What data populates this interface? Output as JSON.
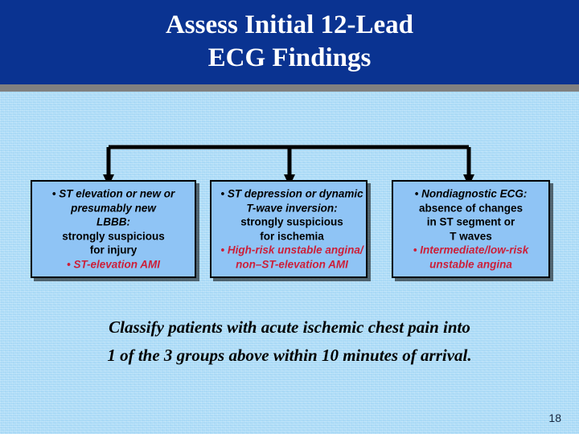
{
  "slide": {
    "background_color": "#abdcf8",
    "banner_color": "#0a3391",
    "banner_rule_color": "#808080",
    "box_fill_color": "#8fc4f5",
    "accent_red": "#cc1f39",
    "page_number": "18"
  },
  "title": "Assess Initial 12-Lead\nECG Findings",
  "flow": {
    "connector_label": "three-branch-down-arrows",
    "branches": 3
  },
  "boxes": [
    {
      "id": "st-elevation",
      "lines": [
        {
          "text": "• ST elevation or new or",
          "style": "italic"
        },
        {
          "text": "presumably new",
          "style": "italic"
        },
        {
          "text": "LBBB:",
          "style": "italic"
        },
        {
          "text": "strongly suspicious",
          "style": "bold"
        },
        {
          "text": "for injury",
          "style": "bold"
        },
        {
          "text": "• ST-elevation AMI",
          "style": "red"
        }
      ]
    },
    {
      "id": "st-depression",
      "lines": [
        {
          "text": "• ST depression or dynamic",
          "style": "italic"
        },
        {
          "text": "T-wave inversion:",
          "style": "italic"
        },
        {
          "text": "strongly suspicious",
          "style": "bold"
        },
        {
          "text": "for ischemia",
          "style": "bold"
        },
        {
          "text": "• High-risk unstable angina/",
          "style": "red"
        },
        {
          "text": "non–ST-elevation AMI",
          "style": "red"
        }
      ]
    },
    {
      "id": "nondiagnostic",
      "lines": [
        {
          "text": "• Nondiagnostic ECG:",
          "style": "italic"
        },
        {
          "text": "absence of changes",
          "style": "bold"
        },
        {
          "text": "in ST segment or",
          "style": "bold"
        },
        {
          "text": "T waves",
          "style": "bold"
        },
        {
          "text": "• Intermediate/low-risk",
          "style": "red"
        },
        {
          "text": "unstable angina",
          "style": "red"
        }
      ]
    }
  ],
  "caption": "Classify patients with acute ischemic chest pain into\n1 of the 3 groups above within 10 minutes of arrival."
}
